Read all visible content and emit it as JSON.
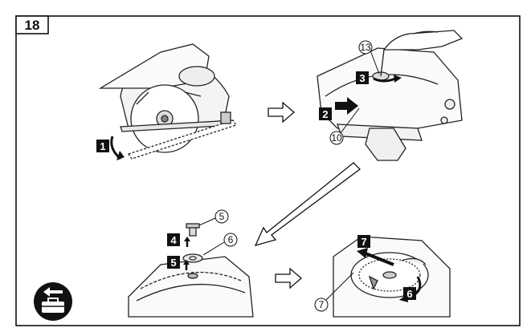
{
  "figure": {
    "number": "18"
  },
  "steps": [
    {
      "id": "step-1",
      "label": "1"
    },
    {
      "id": "step-2",
      "label": "2"
    },
    {
      "id": "step-3",
      "label": "3"
    },
    {
      "id": "step-4",
      "label": "4"
    },
    {
      "id": "step-5",
      "label": "5"
    },
    {
      "id": "step-6",
      "label": "6"
    },
    {
      "id": "step-7",
      "label": "7"
    }
  ],
  "callouts": {
    "c13": "13",
    "c10": "10",
    "c5": "5",
    "c6": "6",
    "c7": "7"
  },
  "icons": {
    "toolbox": "toolbox-remove-icon"
  }
}
